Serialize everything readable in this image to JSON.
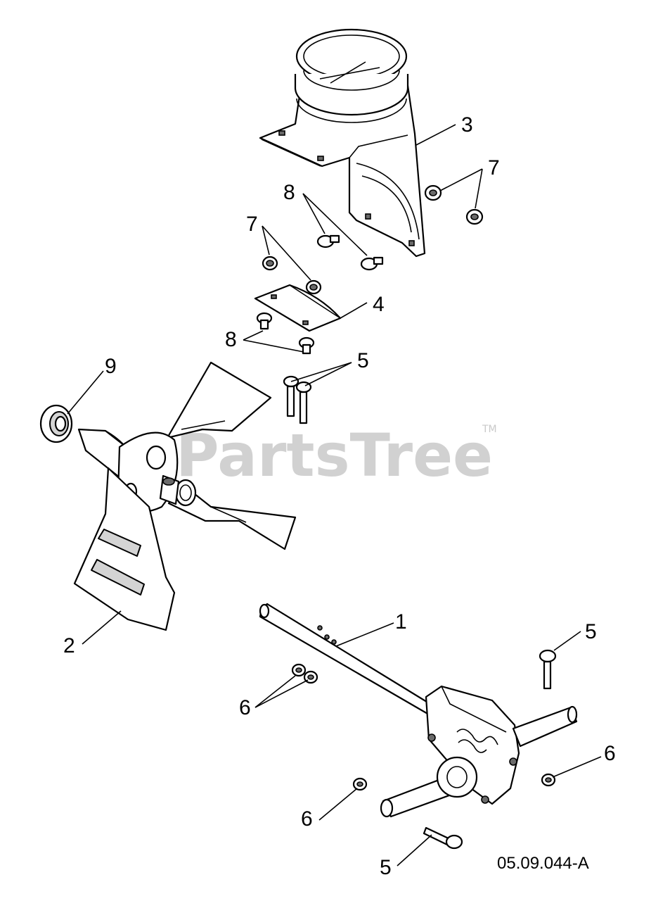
{
  "watermark": {
    "brand": "PartsTree",
    "mark": "TM"
  },
  "diagram_code": "05.09.044-A",
  "callouts": {
    "c1": "1",
    "c2": "2",
    "c3": "3",
    "c4": "4",
    "c5a": "5",
    "c5b": "5",
    "c5c": "5",
    "c6a": "6",
    "c6b": "6",
    "c6c": "6",
    "c7a": "7",
    "c7b": "7",
    "c8a": "8",
    "c8b": "8",
    "c9": "9"
  }
}
